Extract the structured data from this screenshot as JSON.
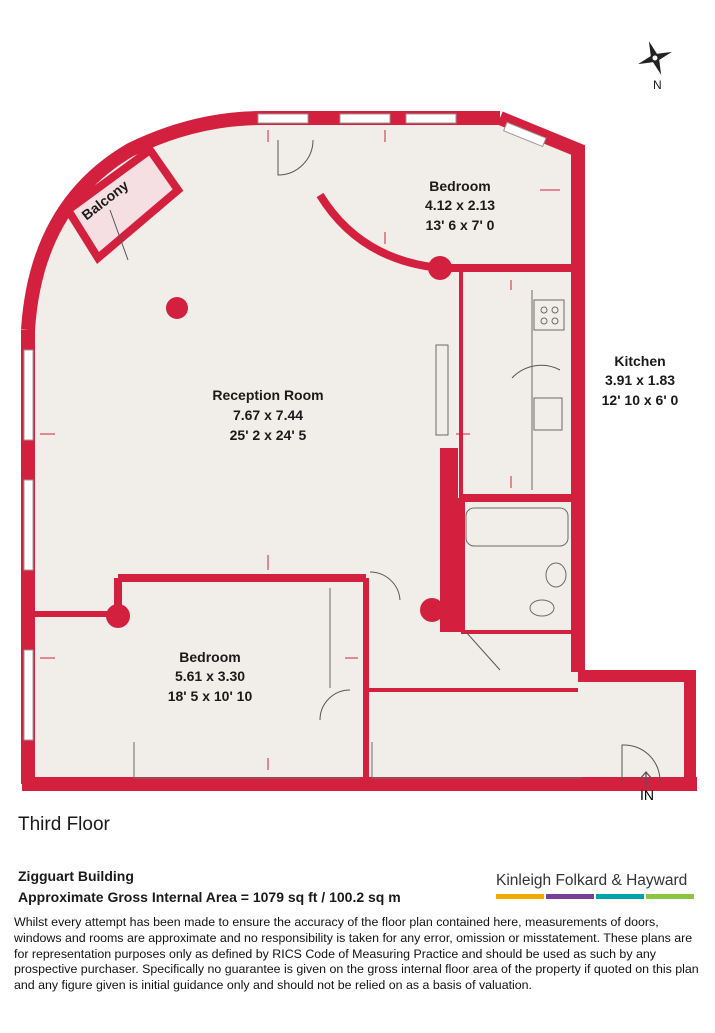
{
  "rooms": {
    "reception": {
      "name": "Reception Room",
      "metric": "7.67 x 7.44",
      "imperial": "25' 2 x 24' 5"
    },
    "bedroom_top": {
      "name": "Bedroom",
      "metric": "4.12 x 2.13",
      "imperial": "13' 6 x 7' 0"
    },
    "bedroom_bottom": {
      "name": "Bedroom",
      "metric": "5.61 x 3.30",
      "imperial": "18' 5 x 10' 10"
    },
    "kitchen": {
      "name": "Kitchen",
      "metric": "3.91 x 1.83",
      "imperial": "12' 10 x 6' 0"
    },
    "balcony": {
      "name": "Balcony"
    }
  },
  "entrance_label": "IN",
  "compass_label": "N",
  "floor_title": "Third Floor",
  "building_name": "Zigguart Building",
  "gross_area": "Approximate Gross Internal Area = 1079 sq ft / 100.2 sq m",
  "brand": {
    "name": "Kinleigh Folkard & Hayward",
    "bar_colors": [
      "#f2a900",
      "#7b3f98",
      "#00a3ad",
      "#8cc63f"
    ]
  },
  "disclaimer": "Whilst every attempt has been made to ensure the accuracy of the floor plan contained here, measurements of doors, windows and rooms are approximate and no responsibility is taken for any error, omission or misstatement. These plans are for representation purposes only as defined by RICS Code of Measuring Practice and should be used as such by any prospective purchaser. Specifically no guarantee is given on the gross internal floor area of the property if quoted on this plan and any figure given is initial guidance only and should not be relied on as a basis of valuation.",
  "colors": {
    "wall": "#d4203f",
    "floor": "#f1eeea",
    "fixture": "#6b6b6b"
  }
}
